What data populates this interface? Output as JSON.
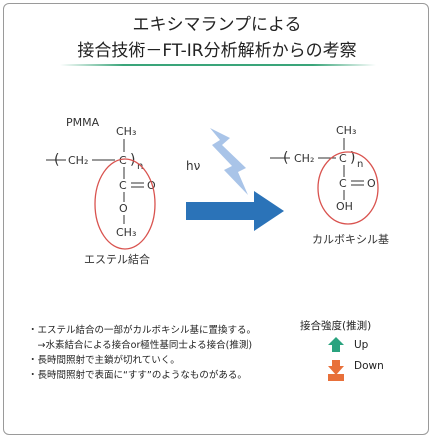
{
  "title": {
    "line1": "エキシマランプによる",
    "line2": "接合技術－FT-IR分析解析からの考察"
  },
  "left_molecule": {
    "name": "PMMA",
    "ch3_top": "CH₃",
    "backbone_ch2": "CH₂",
    "carbon": "C",
    "repeat_n": "n",
    "carbonyl_c": "C",
    "carbonyl_o": "O",
    "ester_o": "O",
    "ch3_bottom": "CH₃",
    "circle_label": "エステル結合"
  },
  "reaction": {
    "light": "hν"
  },
  "right_molecule": {
    "ch3_top": "CH₃",
    "backbone_ch2": "CH₂",
    "carbon": "C",
    "repeat_n": "n",
    "carbonyl_c": "C",
    "carbonyl_o": "O",
    "hydroxyl": "OH",
    "circle_label": "カルボキシル基"
  },
  "notes": [
    "・エステル結合の一部がカルボキシル基に置換する。",
    "　→水素結合による接合or極性基同士よる接合(推測)",
    "・長時間照射で主鎖が切れていく。",
    "・長時間照射で表面に“すす”のようなものがある。"
  ],
  "legend": {
    "title": "接合強度(推測)",
    "up": "Up",
    "down": "Down"
  },
  "colors": {
    "title_rule": "#3aa57a",
    "arrow": "#2b73b8",
    "lightning": "#a9c4e8",
    "circle": "#d9534f",
    "up_arrow": "#2aa37f",
    "down_arrow": "#e8703a"
  }
}
